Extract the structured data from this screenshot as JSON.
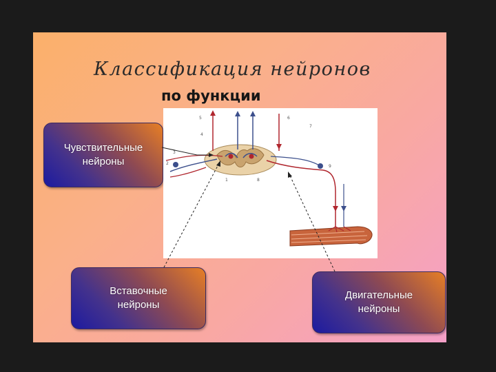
{
  "title": "Классификация нейронов",
  "subtitle": "по функции",
  "labels": {
    "sensory": "Чувствительные\nнейроны",
    "interneurons": "Вставочные\nнейроны",
    "motor": "Двигательные\nнейроны"
  },
  "figure": {
    "tiny_labels": [
      "5",
      "6",
      "4",
      "3",
      "2",
      "1",
      "8",
      "9",
      "7"
    ]
  },
  "colors": {
    "nerve_red": "#b0262e",
    "nerve_blue": "#3c4f8c",
    "cord_beige": "#ead2a8",
    "muscle": "#c8643c"
  }
}
